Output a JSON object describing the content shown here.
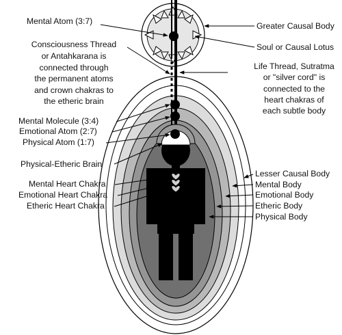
{
  "labels": {
    "mental_atom": "Mental Atom (3:7)",
    "consciousness_thread": [
      "Consciousness Thread",
      "or Antahkarana is",
      "connected through",
      "the permanent atoms",
      "and crown chakras to",
      "the etheric brain"
    ],
    "mental_molecule": "Mental Molecule (3:4)",
    "emotional_atom": "Emotional Atom (2:7)",
    "physical_atom": "Physical Atom (1:7)",
    "physical_etheric_brain": "Physical-Etheric Brain",
    "mental_heart_chakra": "Mental Heart Chakra",
    "emotional_heart_chakra": "Emotional Heart Chakra",
    "etheric_heart_chakra": "Etheric Heart Chakra",
    "greater_causal_body": "Greater Causal Body",
    "soul_causal_lotus": "Soul or Causal Lotus",
    "life_thread": [
      "Life Thread, Sutratma",
      "or \"silver cord\" is",
      "connected to the",
      "heart chakras of",
      "each subtle body"
    ],
    "lesser_causal_body": "Lesser Causal Body",
    "mental_body": "Mental Body",
    "emotional_body": "Emotional Body",
    "etheric_body": "Etheric Body",
    "physical_body": "Physical Body"
  },
  "colors": {
    "outer_band": "#ffffff",
    "mental_band": "#dcdcdc",
    "emotional_band": "#b8b8b8",
    "etheric_band": "#959595",
    "physical_band": "#707070",
    "figure": "#000000",
    "lotus_fill": "#e6e6e6"
  }
}
